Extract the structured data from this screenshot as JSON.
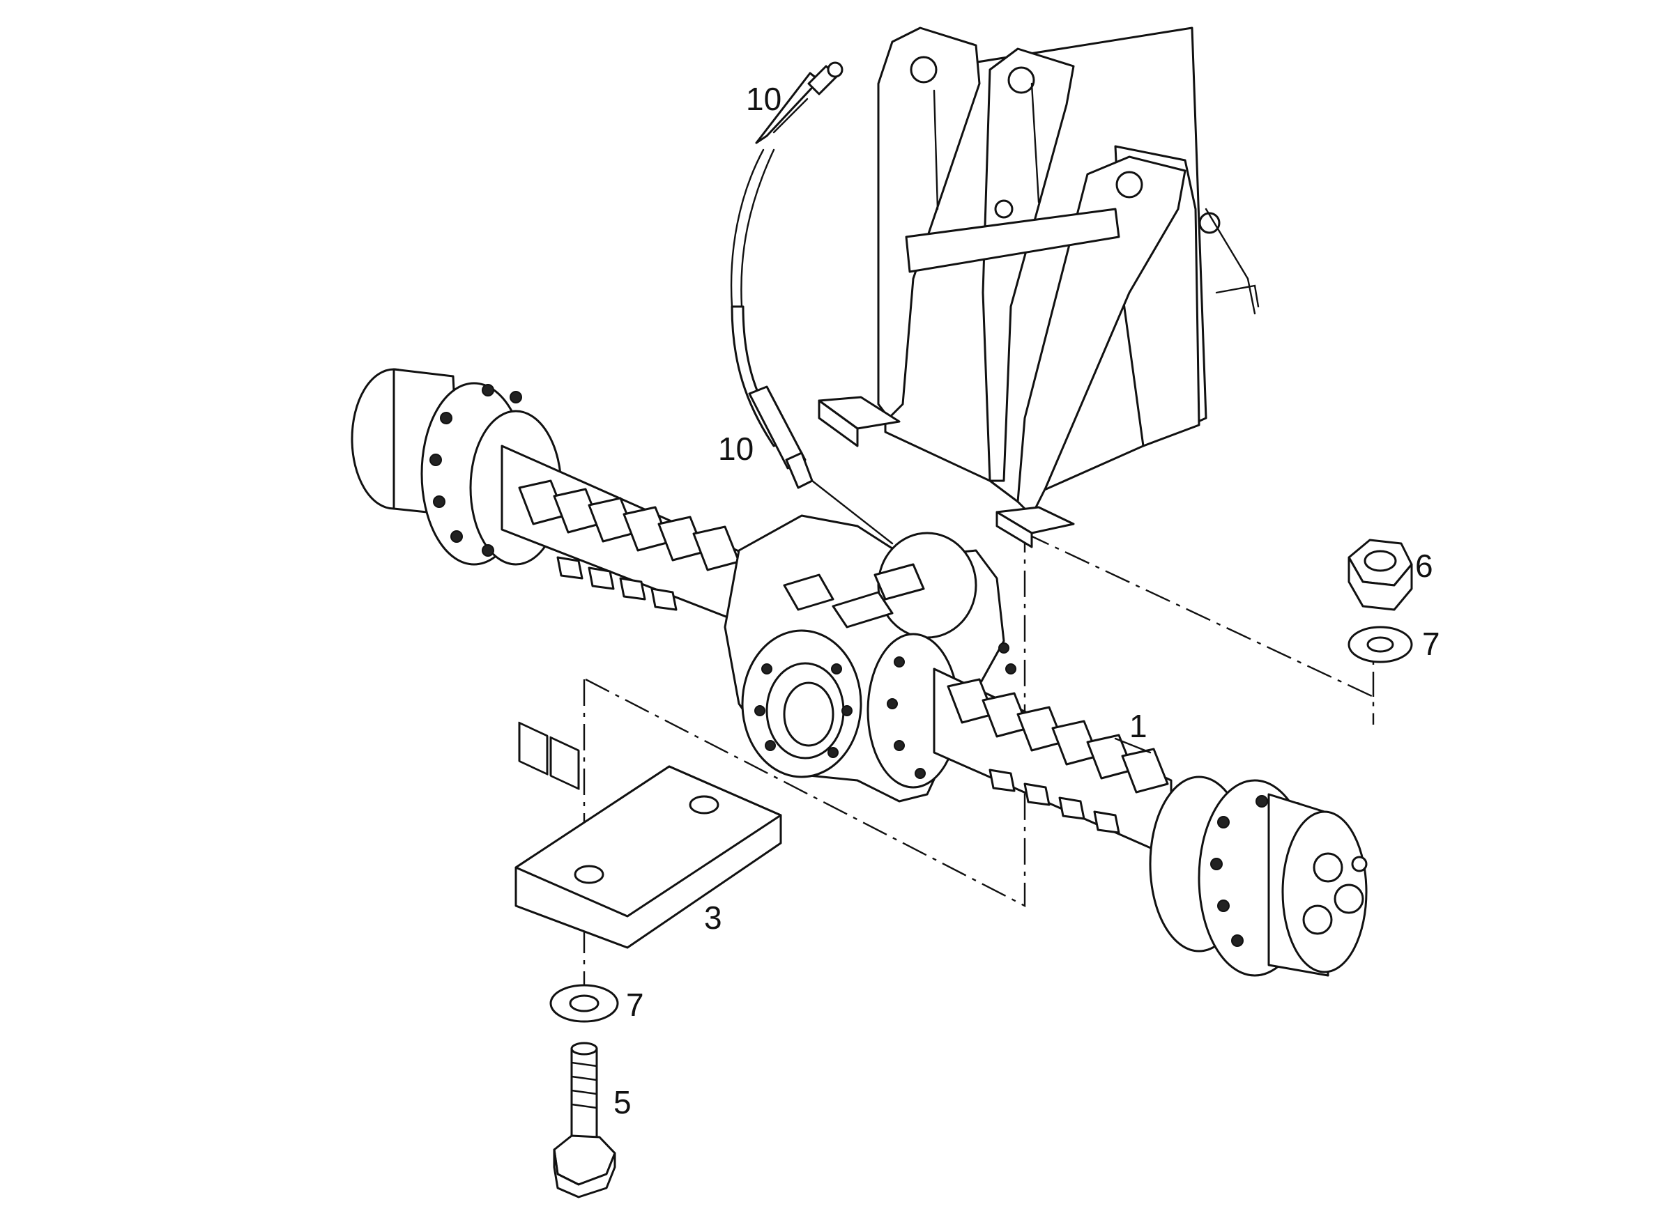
{
  "labels": {
    "hose_upper": "10",
    "hose_lower": "10",
    "nut": "6",
    "washer_upper": "7",
    "axle": "1",
    "plate": "3",
    "washer_lower": "7",
    "bolt": "5"
  }
}
